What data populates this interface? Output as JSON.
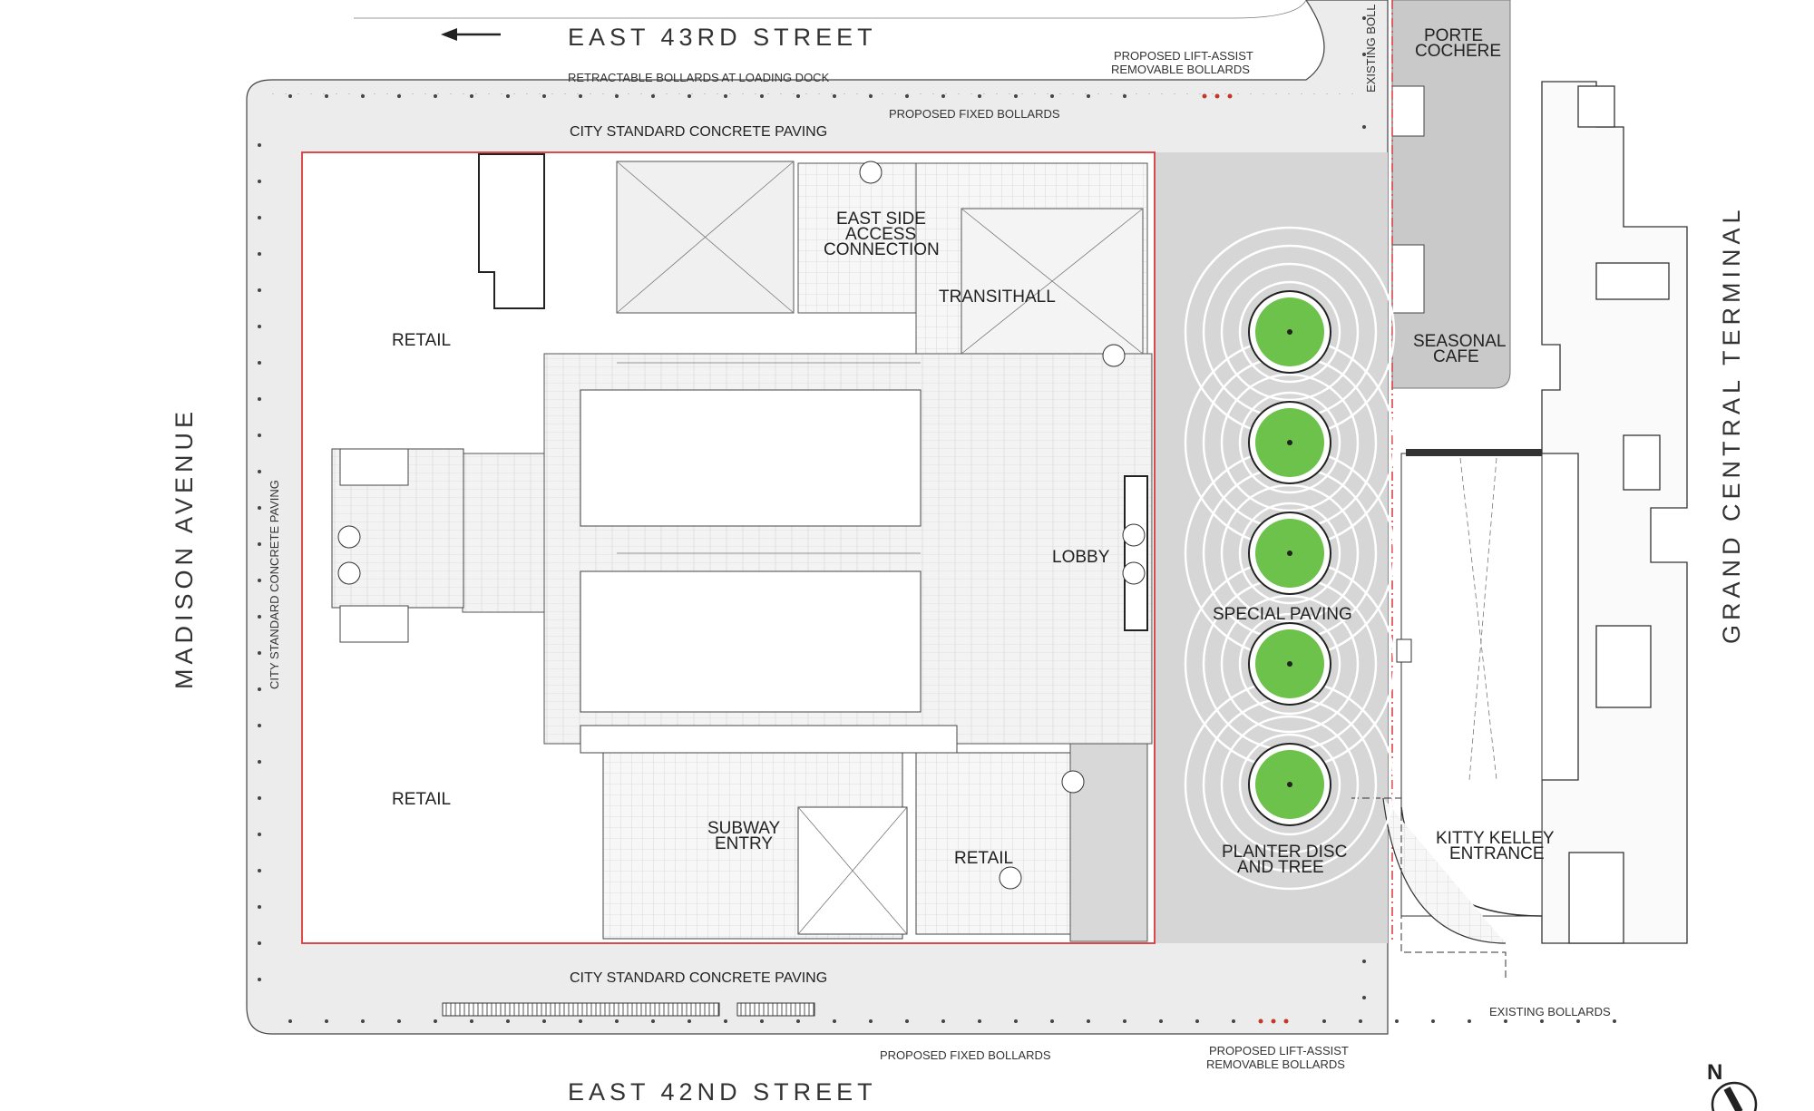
{
  "streets": {
    "north": "EAST 43RD STREET",
    "south": "EAST 42ND STREET",
    "west": "MADISON AVENUE",
    "east": "GRAND CENTRAL TERMINAL"
  },
  "annotations": {
    "retractable_bollards": "RETRACTABLE BOLLARDS AT LOADING DOCK",
    "paving_north": "CITY STANDARD CONCRETE PAVING",
    "paving_south": "CITY STANDARD CONCRETE PAVING",
    "paving_west": "CITY STANDARD CONCRETE PAVING",
    "fixed_bollards_north": "PROPOSED FIXED BOLLARDS",
    "fixed_bollards_south": "PROPOSED FIXED BOLLARDS",
    "lift_assist_north_1": "PROPOSED LIFT-ASSIST",
    "lift_assist_north_2": "REMOVABLE BOLLARDS",
    "lift_assist_south_1": "PROPOSED LIFT-ASSIST",
    "lift_assist_south_2": "REMOVABLE BOLLARDS",
    "existing_bollards": "EXISTING BOLLARDS",
    "existing_bollards_vertical": "EXISTING BOLL"
  },
  "rooms": {
    "retail_nw": "RETAIL",
    "retail_sw": "RETAIL",
    "retail_s": "RETAIL",
    "east_side_1": "EAST SIDE",
    "east_side_2": "ACCESS",
    "east_side_3": "CONNECTION",
    "transithall": "TRANSITHALL",
    "lobby": "LOBBY",
    "subway_1": "SUBWAY",
    "subway_2": "ENTRY",
    "porte_1": "PORTE",
    "porte_2": "COCHERE",
    "cafe_1": "SEASONAL",
    "cafe_2": "CAFE",
    "special_paving": "SPECIAL PAVING",
    "planter_1": "PLANTER DISC",
    "planter_2": "AND TREE",
    "kitty_1": "KITTY KELLEY",
    "kitty_2": "ENTRANCE"
  },
  "north_arrow": "N",
  "colors": {
    "tree": "#6cc24a",
    "site_line": "#d9383a",
    "plaza": "#d6d6d6",
    "sidewalk": "#ececec"
  }
}
